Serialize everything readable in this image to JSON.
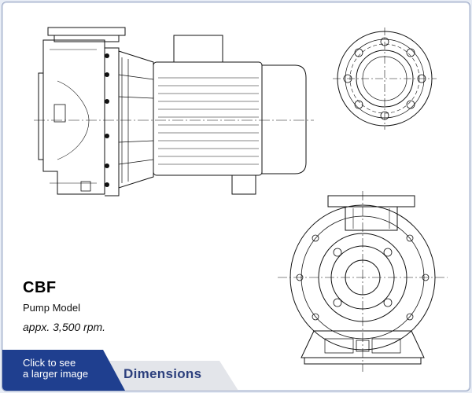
{
  "model": {
    "name": "CBF",
    "subtitle": "Pump Model",
    "speed": "appx. 3,500 rpm."
  },
  "actions": {
    "enlarge_line1": "Click to see",
    "enlarge_line2": "a larger image",
    "tab_label": "Dimensions"
  },
  "colors": {
    "accent": "#1f3f8f",
    "tab_gray": "#e3e5ea",
    "tab_text": "#2c3f7d",
    "border": "#9aa7c3"
  }
}
